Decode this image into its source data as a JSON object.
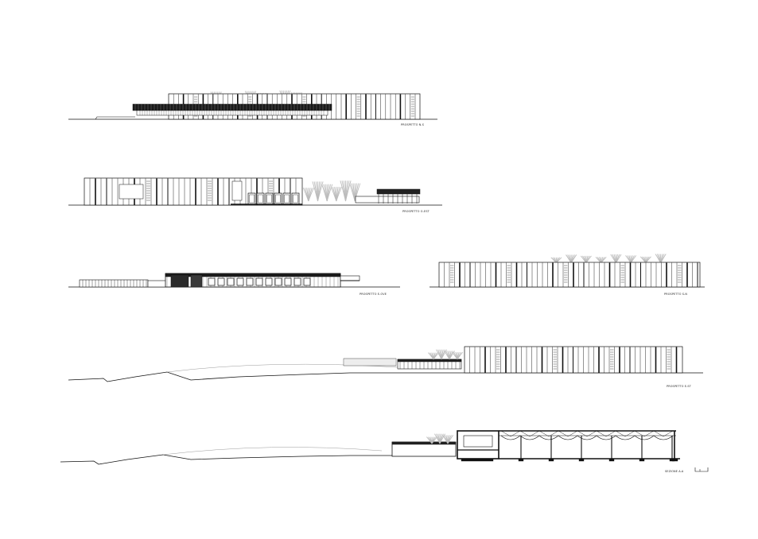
{
  "sheet": {
    "background": "#ffffff",
    "ink": "#111111",
    "vegetation": "#bcbcbc",
    "terrain_grey": "#9a9a9a"
  },
  "drawings": [
    {
      "id": "elevation-1",
      "label": "PROSPETTO N-S"
    },
    {
      "id": "elevation-2",
      "label": "PROSPETTO O-EST"
    },
    {
      "id": "elevation-3",
      "label": "PROSPETTO E-OVE"
    },
    {
      "id": "elevation-4",
      "label": "PROSPETTO S-N"
    },
    {
      "id": "elevation-5",
      "label": "PROSPETTO E-ST"
    },
    {
      "id": "section",
      "label": "SEZIONE A-A"
    }
  ],
  "scale_bar_icon": "scale-bar-icon"
}
